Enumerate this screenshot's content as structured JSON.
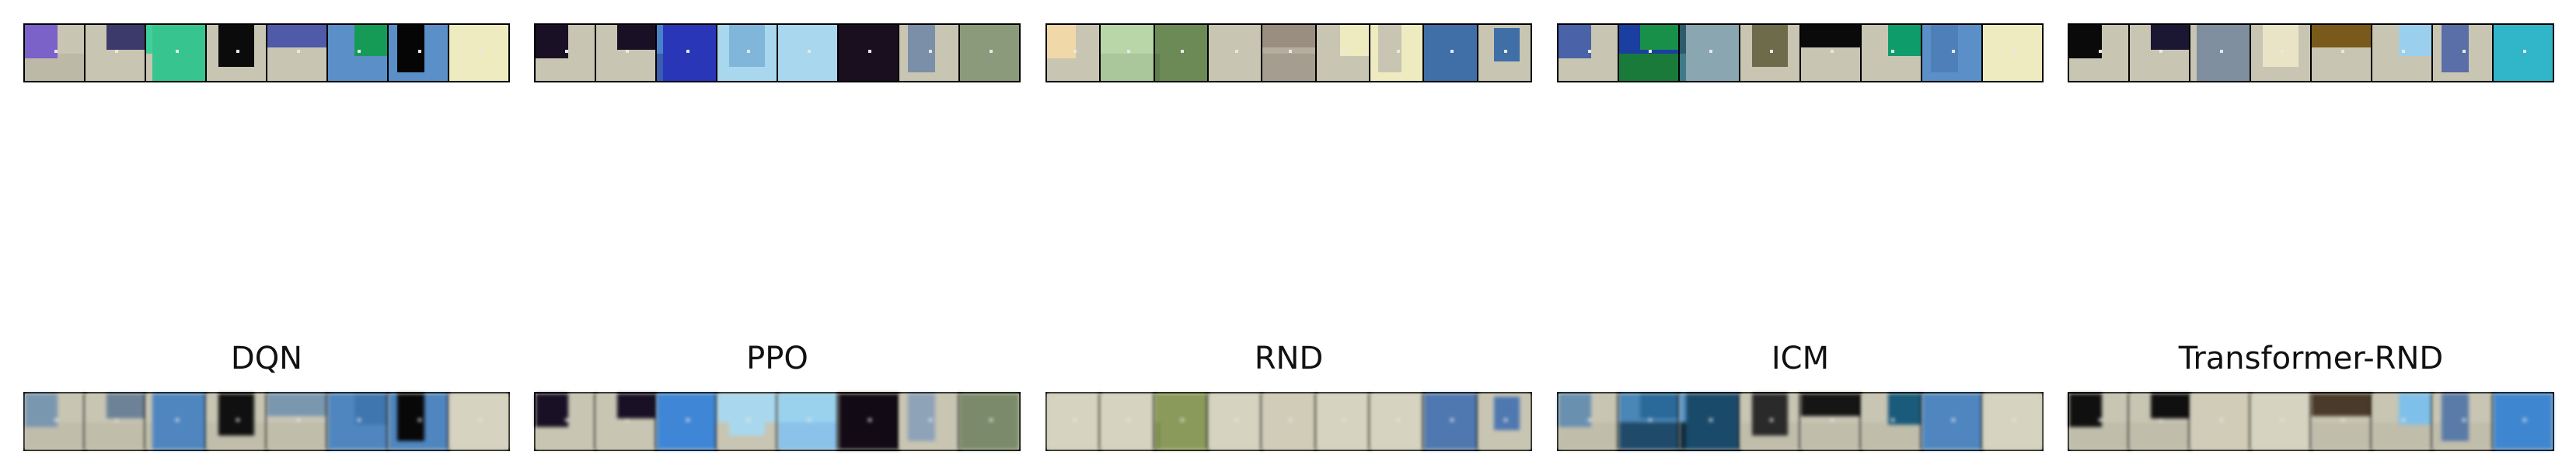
{
  "titles": [
    "DQN",
    "PPO",
    "RND",
    "ICM",
    "Transformer-RND"
  ],
  "top_rows": [
    [
      {
        "bg": "#c8c5b3",
        "step": "#bcb9a7",
        "blk": "#7a62c9"
      },
      {
        "bg": "#c8c5b3",
        "step": "#c8c5b3",
        "blk": "#3c3a6a"
      },
      {
        "bg": "#3fcf9a",
        "step": "#c8c5b3",
        "blk": "#38c48e"
      },
      {
        "bg": "#c8c5b3",
        "step": "#c8c5b3",
        "blk": "#0b0b0b"
      },
      {
        "bg": "#c8c5b3",
        "step": "#c8c5b3",
        "blk": "#4f5aa8"
      },
      {
        "bg": "#5a8fc7",
        "step": "#5a8fc7",
        "blk": "#169b57"
      },
      {
        "bg": "#5a8fc7",
        "step": "#5a8fc7",
        "blk": "#050505"
      },
      {
        "bg": "#efebc1",
        "step": "#efebc1",
        "blk": "#efebc1"
      }
    ],
    [
      {
        "bg": "#c8c5b3",
        "step": "#c8c5b3",
        "blk": "#1a1025"
      },
      {
        "bg": "#c8c5b3",
        "step": "#c8c5b3",
        "blk": "#1a1025"
      },
      {
        "bg": "#4a82c9",
        "step": "#3a5db0",
        "blk": "#2a36b8"
      },
      {
        "bg": "#a9d8ee",
        "step": "#a9d8ee",
        "blk": "#7fb6da"
      },
      {
        "bg": "#a9d8ee",
        "step": "#a9d8ee",
        "blk": "#a9d8ee"
      },
      {
        "bg": "#1a0f1e",
        "step": "#1a0f1e",
        "blk": "#1a0f1e"
      },
      {
        "bg": "#c8c5b3",
        "step": "#c8c5b3",
        "blk": "#7b90a8"
      },
      {
        "bg": "#7a8a6a",
        "step": "#6b7a5a",
        "blk": "#8a9a7a"
      }
    ],
    [
      {
        "bg": "#c8c5b3",
        "step": "#c8c5b3",
        "blk": "#f0d8a8"
      },
      {
        "bg": "#b8d6a8",
        "step": "#a9c79a",
        "blk": "#b8d6a8"
      },
      {
        "bg": "#6b8a55",
        "step": "#5f7d4a",
        "blk": "#6b8a55"
      },
      {
        "bg": "#c8c5b3",
        "step": "#c8c5b3",
        "blk": "#c8c5b3"
      },
      {
        "bg": "#b7ad9f",
        "step": "#a59e90",
        "blk": "#9a8e80"
      },
      {
        "bg": "#c8c5b3",
        "step": "#c8c5b3",
        "blk": "#efebc1"
      },
      {
        "bg": "#efebc1",
        "step": "#efebc1",
        "blk": "#c8c5b3"
      },
      {
        "bg": "#c8c5b3",
        "step": "#c8c5b3",
        "blk": "#3f6fa6"
      },
      {
        "bg": "#c8c5b3",
        "step": "#c8c5b3",
        "blk": "#3f6fa6"
      }
    ],
    [
      {
        "bg": "#c8c5b3",
        "step": "#c8c5b3",
        "blk": "#4a62a8"
      },
      {
        "bg": "#1a3fa0",
        "step": "#1a7a3a",
        "blk": "#19904a"
      },
      {
        "bg": "#2f5a6a",
        "step": "#3f7a8a",
        "blk": "#8aa6b0"
      },
      {
        "bg": "#c8c5b3",
        "step": "#c8c5b3",
        "blk": "#6e6b4a"
      },
      {
        "bg": "#c8c5b3",
        "step": "#c8c5b3",
        "blk": "#0a0a0a"
      },
      {
        "bg": "#c8c5b3",
        "step": "#c8c5b3",
        "blk": "#0e9d6a"
      },
      {
        "bg": "#5a8fc7",
        "step": "#5a8fc7",
        "blk": "#4f7fb8"
      },
      {
        "bg": "#efebc1",
        "step": "#efebc1",
        "blk": "#efebc1"
      }
    ],
    [
      {
        "bg": "#c8c5b3",
        "step": "#c8c5b3",
        "blk": "#0a0a0a"
      },
      {
        "bg": "#c8c5b3",
        "step": "#c8c5b3",
        "blk": "#1b1733"
      },
      {
        "bg": "#c8c5b3",
        "step": "#c8c5b3",
        "blk": "#7f8fa0"
      },
      {
        "bg": "#c8c5b3",
        "step": "#c8c5b3",
        "blk": "#e9e4c6"
      },
      {
        "bg": "#c8c5b3",
        "step": "#c8c5b3",
        "blk": "#7a5a1a"
      },
      {
        "bg": "#c8c5b3",
        "step": "#c8c5b3",
        "blk": "#9ad0ee"
      },
      {
        "bg": "#c8c5b3",
        "step": "#c8c5b3",
        "blk": "#5a6ea8"
      },
      {
        "bg": "#23a6b8",
        "step": "#1a96a8",
        "blk": "#30b6c8"
      }
    ]
  ],
  "bottom_rows": [
    [
      {
        "bg": "#c8c5b3",
        "step": "#c0bdab",
        "blk": "#7a97b0"
      },
      {
        "bg": "#c8c5b3",
        "step": "#c0bdab",
        "blk": "#6d8296"
      },
      {
        "bg": "#c8c5b3",
        "step": "#c0bdab",
        "blk": "#4f86c0"
      },
      {
        "bg": "#c8c5b3",
        "step": "#c0bdab",
        "blk": "#101010"
      },
      {
        "bg": "#c8c5b3",
        "step": "#c0bdab",
        "blk": "#7a97b0"
      },
      {
        "bg": "#4f86c0",
        "step": "#4f86c0",
        "blk": "#3f76b0"
      },
      {
        "bg": "#4f86c0",
        "step": "#4f86c0",
        "blk": "#080808"
      },
      {
        "bg": "#d6d3c0",
        "step": "#d6d3c0",
        "blk": "#d6d3c0"
      }
    ],
    [
      {
        "bg": "#c8c5b3",
        "step": "#c8c5b3",
        "blk": "#1a1025"
      },
      {
        "bg": "#c8c5b3",
        "step": "#c8c5b3",
        "blk": "#1a1025"
      },
      {
        "bg": "#3f86d6",
        "step": "#3f86d6",
        "blk": "#3f86d6"
      },
      {
        "bg": "#a9d8ee",
        "step": "#c8c5b3",
        "blk": "#a9d8ee"
      },
      {
        "bg": "#9ad2ee",
        "step": "#8ac2ea",
        "blk": "#9ad2ee"
      },
      {
        "bg": "#120a14",
        "step": "#120a14",
        "blk": "#120a14"
      },
      {
        "bg": "#c8c5b3",
        "step": "#c8c5b3",
        "blk": "#8ea2b8"
      },
      {
        "bg": "#7a8a6a",
        "step": "#6b7a5a",
        "blk": "#7a8a6a"
      }
    ],
    [
      {
        "bg": "#d6d3c0",
        "step": "#d6d3c0",
        "blk": "#d6d3c0"
      },
      {
        "bg": "#d6d3c0",
        "step": "#d6d3c0",
        "blk": "#d6d3c0"
      },
      {
        "bg": "#8a9a5a",
        "step": "#7a8a4a",
        "blk": "#8a9a5a"
      },
      {
        "bg": "#d6d3c0",
        "step": "#d6d3c0",
        "blk": "#d6d3c0"
      },
      {
        "bg": "#d0ccb8",
        "step": "#d0ccb8",
        "blk": "#d0ccb8"
      },
      {
        "bg": "#d6d3c0",
        "step": "#d6d3c0",
        "blk": "#d6d3c0"
      },
      {
        "bg": "#d6d3c0",
        "step": "#d6d3c0",
        "blk": "#d6d3c0"
      },
      {
        "bg": "#c8c5b3",
        "step": "#c8c5b3",
        "blk": "#4f78b0"
      },
      {
        "bg": "#c8c5b3",
        "step": "#c8c5b3",
        "blk": "#4f78b0"
      }
    ],
    [
      {
        "bg": "#c8c5b3",
        "step": "#c0bdab",
        "blk": "#6a90b0"
      },
      {
        "bg": "#4a86b6",
        "step": "#1f4a6a",
        "blk": "#2a6a9a"
      },
      {
        "bg": "#5a96c6",
        "step": "#0f2a3a",
        "blk": "#1a4a6a"
      },
      {
        "bg": "#c8c5b3",
        "step": "#c0bdab",
        "blk": "#2a2a2a"
      },
      {
        "bg": "#c8c5b3",
        "step": "#c0bdab",
        "blk": "#151515"
      },
      {
        "bg": "#c8c5b3",
        "step": "#c0bdab",
        "blk": "#1a5a7a"
      },
      {
        "bg": "#4f86c0",
        "step": "#4f86c0",
        "blk": "#4f86c0"
      },
      {
        "bg": "#d6d3c0",
        "step": "#d6d3c0",
        "blk": "#d6d3c0"
      }
    ],
    [
      {
        "bg": "#c8c5b3",
        "step": "#c0bdab",
        "blk": "#101010"
      },
      {
        "bg": "#c8c5b3",
        "step": "#c0bdab",
        "blk": "#101010"
      },
      {
        "bg": "#d0ccb8",
        "step": "#d0ccb8",
        "blk": "#d0ccb8"
      },
      {
        "bg": "#d6d3c0",
        "step": "#d6d3c0",
        "blk": "#d6d3c0"
      },
      {
        "bg": "#c8c5b3",
        "step": "#c0bdab",
        "blk": "#4a3a2a"
      },
      {
        "bg": "#c8c5b3",
        "step": "#c0bdab",
        "blk": "#7fc0ea"
      },
      {
        "bg": "#c8c5b3",
        "step": "#c0bdab",
        "blk": "#5a7aa8"
      },
      {
        "bg": "#3f86d0",
        "step": "#3f86d0",
        "blk": "#3f86d0"
      }
    ]
  ]
}
